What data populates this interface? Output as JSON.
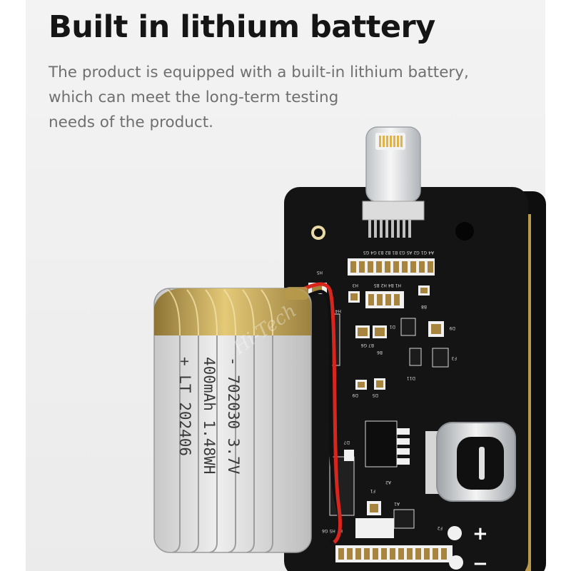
{
  "heading": "Built in lithium battery",
  "description": {
    "lines": [
      "The product is equipped with a built-in lithium battery,",
      "which can meet the long-term testing",
      "needs of the product."
    ]
  },
  "battery": {
    "label_lines": [
      "+ LT  202406",
      "400mAh  1.48WH",
      "- 702030  3.7V"
    ]
  },
  "board": {
    "silkscreen": {
      "top_pins": "A4 G1 G2 A5 G3 B1 B2 B3 G4 G5",
      "row2": "H1 B4 H2 B5",
      "h3": "H3",
      "h4": "H4",
      "h5": "H5",
      "b6": "B6",
      "b7_g6": "B7 G6",
      "b8": "B8",
      "d1": "D1",
      "d5": "D5",
      "d7": "D7",
      "d9": "D9",
      "d11": "D11",
      "f1": "F1",
      "f2": "F2",
      "f3": "F3",
      "a1": "A1",
      "a2": "A2",
      "h4_h5_g6": "H4 H5 G6"
    },
    "plus_mark": "+",
    "minus_mark": "−"
  },
  "watermark": "Hi-Tech",
  "colors": {
    "background": "#efefef",
    "heading": "#151515",
    "description": "#6f6f6f",
    "pcb": "#141414",
    "gold": "#b99a4b",
    "battery_body": "#d6d6d6",
    "wire_red": "#d8261f",
    "wire_black": "#101010"
  }
}
